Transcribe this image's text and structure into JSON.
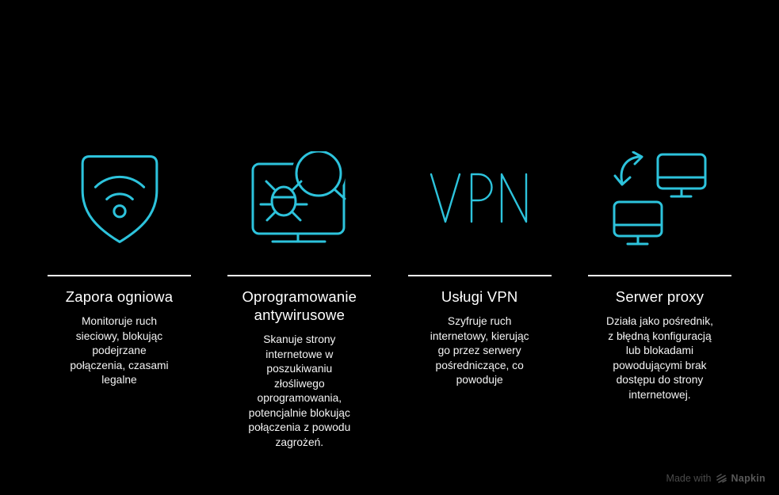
{
  "page": {
    "background": "#000000",
    "accent_color": "#2DC3DC",
    "divider_color": "#FFFFFF",
    "text_color": "#FFFFFF"
  },
  "columns": [
    {
      "icon": "firewall-shield-wifi-icon",
      "title": "Zapora ogniowa",
      "description_lines": [
        "Monitoruje ruch",
        "sieciowy, blokując",
        "podejrzane",
        "połączenia, czasami",
        "legalne"
      ]
    },
    {
      "icon": "antivirus-monitor-bug-magnifier-icon",
      "title": "Oprogramowanie antywirusowe",
      "description_lines": [
        "Skanuje strony",
        "internetowe w",
        "poszukiwaniu",
        "złośliwego",
        "oprogramowania,",
        "potencjalnie blokując",
        "połączenia z powodu",
        "zagrożeń."
      ]
    },
    {
      "icon": "vpn-letters-icon",
      "title": "Usługi VPN",
      "description_lines": [
        "Szyfruje ruch",
        "internetowy, kierując",
        "go przez serwery",
        "pośredniczące, co",
        "powoduje"
      ]
    },
    {
      "icon": "proxy-two-monitors-exchange-icon",
      "title": "Serwer proxy",
      "description_lines": [
        "Działa jako pośrednik,",
        "z błędną konfiguracją",
        "lub blokadami",
        "powodującymi brak",
        "dostępu do strony",
        "internetowej."
      ]
    }
  ],
  "watermark": {
    "prefix": "Made with",
    "brand": "Napkin"
  }
}
